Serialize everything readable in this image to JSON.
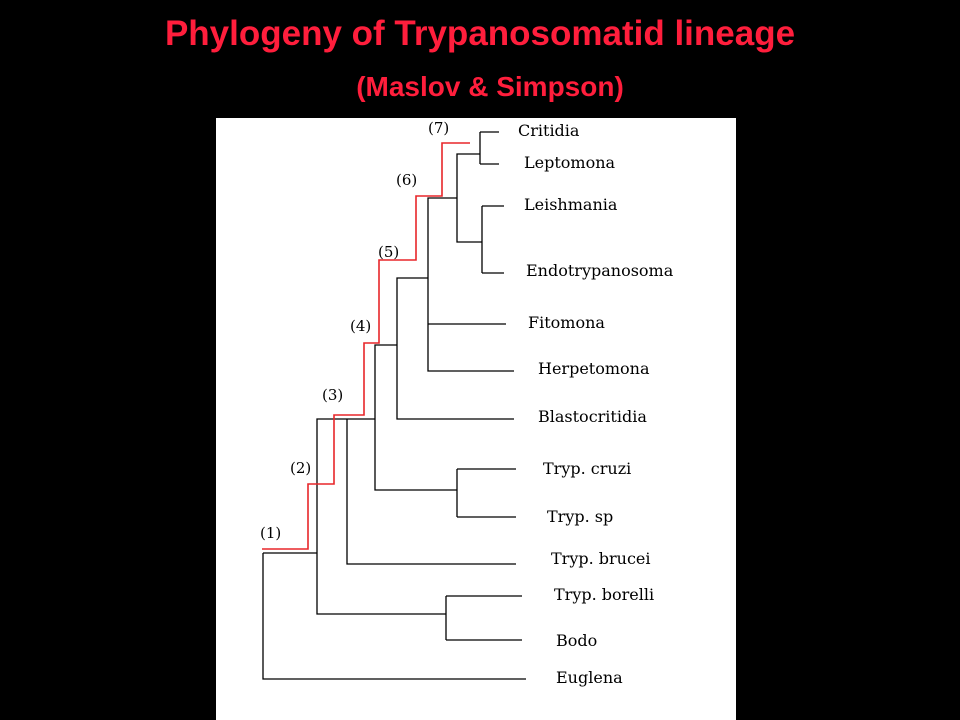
{
  "slide": {
    "title": "Phylogeny of Trypanosomatid lineage",
    "subtitle": "(Maslov & Simpson)"
  },
  "colors": {
    "background": "#000000",
    "title": "#ff1e3c",
    "panel": "#ffffff",
    "branch": "#000000",
    "highlight_path": "#e8262a"
  },
  "tree": {
    "taxa": [
      "Critidia",
      "Leptomona",
      "Leishmania",
      "Endotrypanosoma",
      "Fitomona",
      "Herpetomona",
      "Blastocritidia",
      "Tryp. cruzi",
      "Tryp. sp",
      "Tryp. brucei",
      "Tryp. borelli",
      "Bodo",
      "Euglena"
    ],
    "node_labels": [
      "(1)",
      "(2)",
      "(3)",
      "(4)",
      "(5)",
      "(6)",
      "(7)"
    ]
  }
}
